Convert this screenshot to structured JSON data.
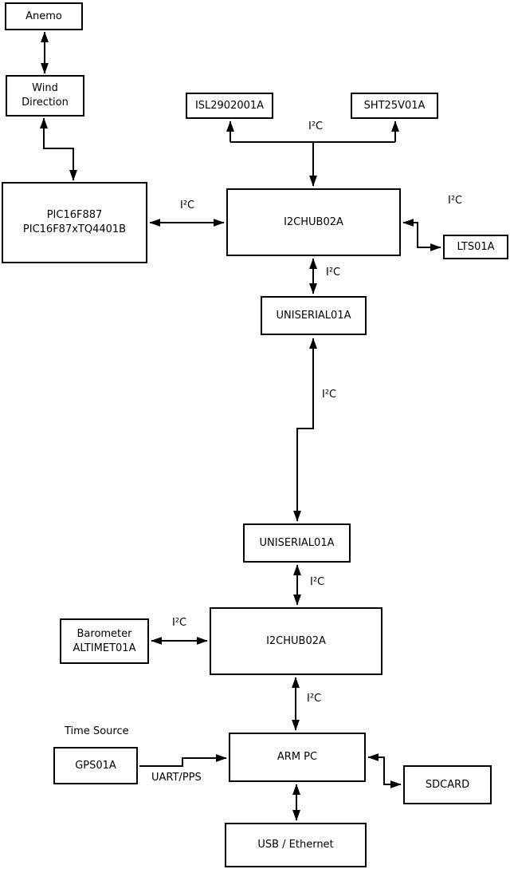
{
  "diagram": {
    "background_color": "#ffffff",
    "stroke_color": "#000000",
    "nodes": {
      "anemo": {
        "label": "Anemo"
      },
      "wind_direction": {
        "line1": "Wind",
        "line2": "Direction"
      },
      "pic": {
        "line1": "PIC16F887",
        "line2": "PIC16F87xTQ4401B"
      },
      "isl": {
        "label": "ISL2902001A"
      },
      "sht": {
        "label": "SHT25V01A"
      },
      "i2c_hub_1": {
        "label": "I2CHUB02A"
      },
      "lts": {
        "label": "LTS01A"
      },
      "uniserial_1": {
        "label": "UNISERIAL01A"
      },
      "uniserial_2": {
        "label": "UNISERIAL01A"
      },
      "i2c_hub_2": {
        "label": "I2CHUB02A"
      },
      "barometer": {
        "line1": "Barometer",
        "line2": "ALTIMET01A"
      },
      "gps": {
        "label": "GPS01A"
      },
      "arm_pc": {
        "label": "ARM PC"
      },
      "sdcard": {
        "label": "SDCARD"
      },
      "usb_ethernet": {
        "label": "USB / Ethernet"
      }
    },
    "edge_labels": {
      "i2c_sensors": "I²C",
      "i2c_pic_hub1": "I²C",
      "i2c_hub1_lts": "I²C",
      "i2c_hub1_uniserial1": "I²C",
      "i2c_uniserial_link": "I²C",
      "i2c_uniserial2_hub2": "I²C",
      "i2c_barometer_hub2": "I²C",
      "i2c_hub2_armpc": "I²C",
      "time_source": "Time Source",
      "uart_pps": "UART/PPS"
    }
  }
}
